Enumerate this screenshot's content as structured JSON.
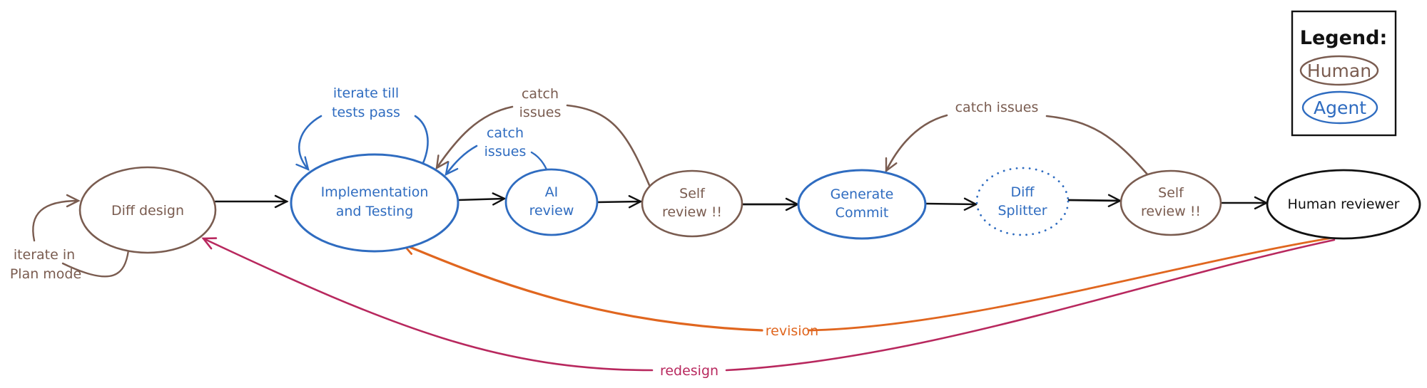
{
  "colors": {
    "human": "#7a5c50",
    "agent": "#2f6cc0",
    "neutral": "#111111",
    "revision": "#e0661f",
    "redesign": "#b8285e"
  },
  "legend": {
    "title": "Legend:",
    "items": [
      {
        "label": "Human",
        "role": "human"
      },
      {
        "label": "Agent",
        "role": "agent"
      }
    ]
  },
  "nodes": [
    {
      "id": "diff-design",
      "lines": [
        "Diff design"
      ],
      "role": "human"
    },
    {
      "id": "implementation",
      "lines": [
        "Implementation",
        "and Testing"
      ],
      "role": "agent"
    },
    {
      "id": "ai-review",
      "lines": [
        "AI",
        "review"
      ],
      "role": "agent"
    },
    {
      "id": "self-review-1",
      "lines": [
        "Self",
        "review !!"
      ],
      "role": "human"
    },
    {
      "id": "generate-commit",
      "lines": [
        "Generate",
        "Commit"
      ],
      "role": "agent"
    },
    {
      "id": "diff-splitter",
      "lines": [
        "Diff",
        "Splitter"
      ],
      "role": "agent",
      "style": "dotted"
    },
    {
      "id": "self-review-2",
      "lines": [
        "Self",
        "review !!"
      ],
      "role": "human"
    },
    {
      "id": "human-reviewer",
      "lines": [
        "Human reviewer"
      ],
      "role": "neutral"
    }
  ],
  "edges": [
    {
      "from": "diff-design",
      "to": "implementation"
    },
    {
      "from": "implementation",
      "to": "ai-review"
    },
    {
      "from": "ai-review",
      "to": "self-review-1"
    },
    {
      "from": "self-review-1",
      "to": "generate-commit"
    },
    {
      "from": "generate-commit",
      "to": "diff-splitter"
    },
    {
      "from": "diff-splitter",
      "to": "self-review-2"
    },
    {
      "from": "self-review-2",
      "to": "human-reviewer"
    }
  ],
  "loops": [
    {
      "id": "iterate-plan",
      "lines": [
        "iterate in",
        "Plan mode"
      ],
      "from": "diff-design",
      "to": "diff-design",
      "role": "human"
    },
    {
      "id": "iterate-tests",
      "lines": [
        "iterate till",
        "tests pass"
      ],
      "from": "implementation",
      "to": "implementation",
      "role": "agent"
    },
    {
      "id": "catch-ai",
      "lines": [
        "catch",
        "issues"
      ],
      "from": "ai-review",
      "to": "implementation",
      "role": "agent"
    },
    {
      "id": "catch-self-1",
      "lines": [
        "catch",
        "issues"
      ],
      "from": "self-review-1",
      "to": "implementation",
      "role": "human"
    },
    {
      "id": "catch-self-2",
      "lines": [
        "catch issues"
      ],
      "from": "self-review-2",
      "to": "generate-commit",
      "role": "human"
    },
    {
      "id": "revision",
      "lines": [
        "revision"
      ],
      "from": "human-reviewer",
      "to": "implementation",
      "role": "revision"
    },
    {
      "id": "redesign",
      "lines": [
        "redesign"
      ],
      "from": "human-reviewer",
      "to": "diff-design",
      "role": "redesign"
    }
  ]
}
